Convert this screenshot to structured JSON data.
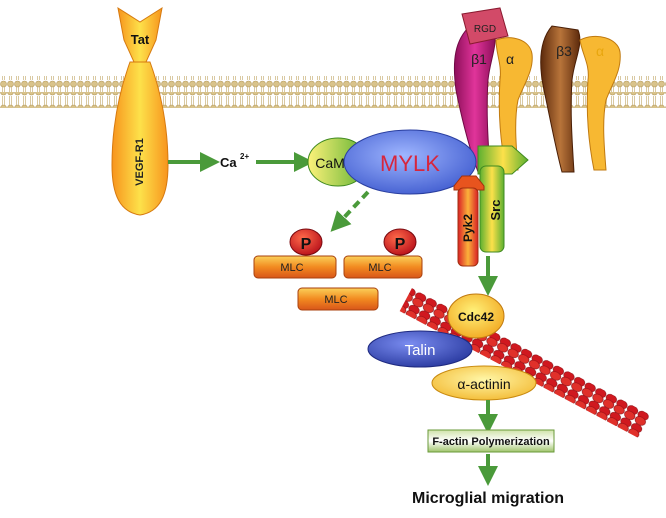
{
  "molecules": {
    "tat": "Tat",
    "vegfr1": "VEGF-R1",
    "ca": "Ca",
    "ca_charge": "2+",
    "cam": "CaM",
    "mylk": "MYLK",
    "rgd": "RGD",
    "beta1": "β1",
    "alpha_b1": "α",
    "beta3": "β3",
    "alpha_b3": "α",
    "src": "Src",
    "pyk2": "Pyk2",
    "phospho": "P",
    "mlc": "MLC",
    "cdc42": "Cdc42",
    "talin": "Talin",
    "alpha_actinin": "α-actinin",
    "factin_box": "F-actin Polymerization",
    "outcome": "Microglial migration"
  },
  "colors": {
    "arrow": "#4a9a3a",
    "mylk_fill": "#4d6ee0",
    "mylk_text": "#d7263d",
    "cam_fill": "#7cc243",
    "receptor_orange": "#f7941d",
    "receptor_yellow": "#fde14a",
    "integrin_magenta": "#c2187a",
    "integrin_brown": "#8a4a1c",
    "phospho_red": "#d91f26",
    "mlc_orange": "#f28a20",
    "actin_red": "#c8141e",
    "talin_blue": "#3b4fb8",
    "membrane": "#e9ddb5"
  },
  "icons": [
    "arrow-icon",
    "dashed-arrow-icon",
    "phosphate-icon",
    "membrane-icon"
  ]
}
